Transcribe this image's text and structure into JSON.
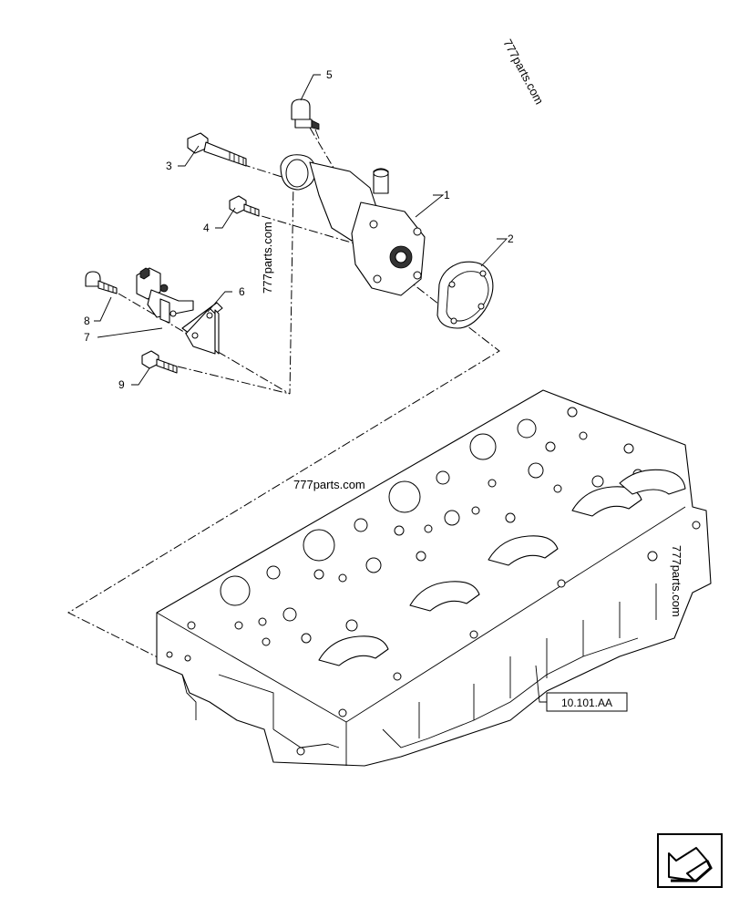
{
  "callouts": {
    "c1": "1",
    "c2": "2",
    "c3": "3",
    "c4": "4",
    "c5": "5",
    "c6": "6",
    "c7": "7",
    "c8": "8",
    "c9": "9"
  },
  "reference": {
    "label": "10.101.AA"
  },
  "watermarks": {
    "top_right": "777parts.com",
    "left": "777parts.com",
    "center": "777parts.com",
    "right": "777parts.com"
  },
  "icons": {
    "corner": "navigation-arrow-icon"
  }
}
